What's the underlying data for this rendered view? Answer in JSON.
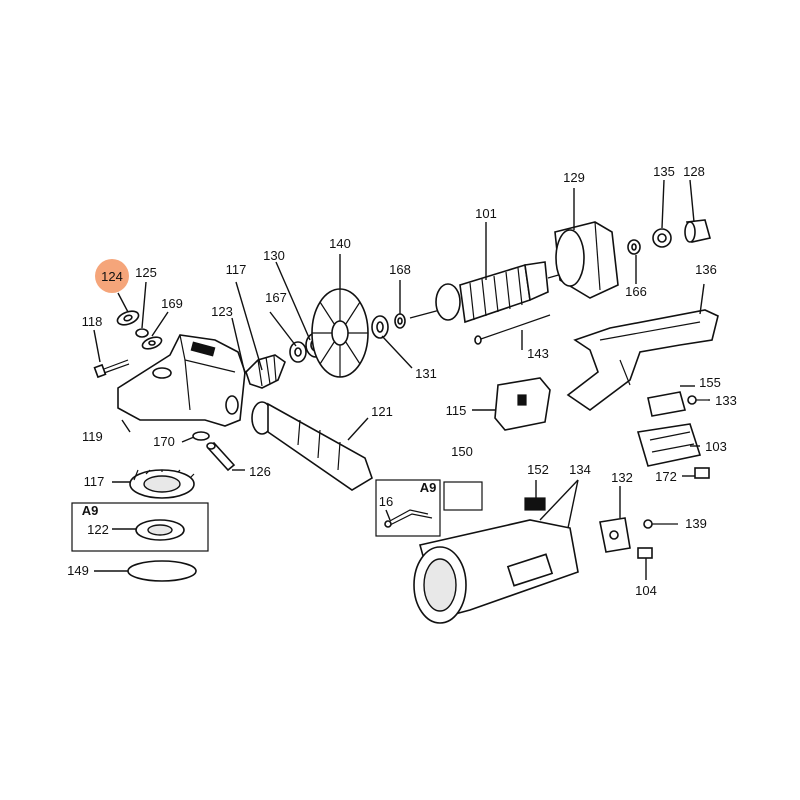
{
  "highlight": {
    "label": "124",
    "color": "#f5a57a"
  },
  "callouts": [
    {
      "id": "124",
      "label": "124"
    },
    {
      "id": "125",
      "label": "125"
    },
    {
      "id": "169",
      "label": "169"
    },
    {
      "id": "118",
      "label": "118"
    },
    {
      "id": "119",
      "label": "119"
    },
    {
      "id": "170",
      "label": "170"
    },
    {
      "id": "126",
      "label": "126"
    },
    {
      "id": "117a",
      "label": "117"
    },
    {
      "id": "123",
      "label": "123"
    },
    {
      "id": "130",
      "label": "130"
    },
    {
      "id": "167",
      "label": "167"
    },
    {
      "id": "140",
      "label": "140"
    },
    {
      "id": "168",
      "label": "168"
    },
    {
      "id": "131",
      "label": "131"
    },
    {
      "id": "101",
      "label": "101"
    },
    {
      "id": "129",
      "label": "129"
    },
    {
      "id": "135",
      "label": "135"
    },
    {
      "id": "128",
      "label": "128"
    },
    {
      "id": "166",
      "label": "166"
    },
    {
      "id": "136",
      "label": "136"
    },
    {
      "id": "143",
      "label": "143"
    },
    {
      "id": "115",
      "label": "115"
    },
    {
      "id": "121",
      "label": "121"
    },
    {
      "id": "155",
      "label": "155"
    },
    {
      "id": "133",
      "label": "133"
    },
    {
      "id": "103",
      "label": "103"
    },
    {
      "id": "172",
      "label": "172"
    },
    {
      "id": "117b",
      "label": "117"
    },
    {
      "id": "150",
      "label": "150"
    },
    {
      "id": "152",
      "label": "152"
    },
    {
      "id": "134",
      "label": "134"
    },
    {
      "id": "132",
      "label": "132"
    },
    {
      "id": "139",
      "label": "139"
    },
    {
      "id": "104",
      "label": "104"
    },
    {
      "id": "122",
      "label": "122"
    },
    {
      "id": "149",
      "label": "149"
    },
    {
      "id": "16",
      "label": "16"
    }
  ],
  "kit_labels": {
    "a9_left": "A9",
    "a9_right": "A9"
  }
}
